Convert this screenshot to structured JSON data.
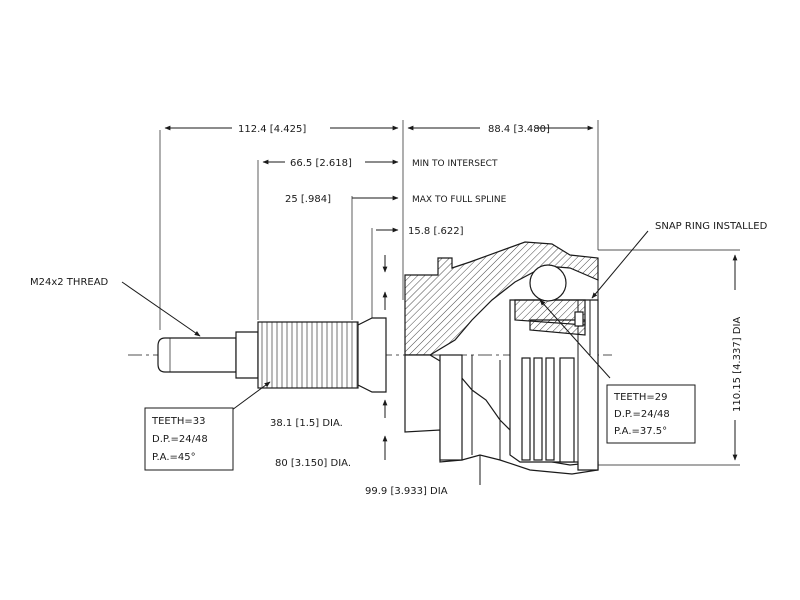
{
  "dimensions": {
    "overall_left": "112.4 [4.425]",
    "overall_right": "88.4 [3.480]",
    "min_intersect": "66.5 [2.618]",
    "min_intersect_note": "MIN TO INTERSECT",
    "max_spline": "25 [.984]",
    "max_spline_note": "MAX TO FULL SPLINE",
    "shoulder": "15.8 [.622]",
    "shaft_dia": "38.1 [1.5] DIA.",
    "flange_dia": "80 [3.150] DIA.",
    "housing_dia": "99.9 [3.933] DIA",
    "outer_dia": "110.15 [4.337] DIA"
  },
  "thread": "M24x2 THREAD",
  "snap_ring": "SNAP RING INSTALLED",
  "spline_box": {
    "teeth": "TEETH=33",
    "dp": "D.P.=24/48",
    "pa": "P.A.=45°"
  },
  "inner_box": {
    "teeth": "TEETH=29",
    "dp": "D.P.=24/48",
    "pa": "P.A.=37.5°"
  }
}
